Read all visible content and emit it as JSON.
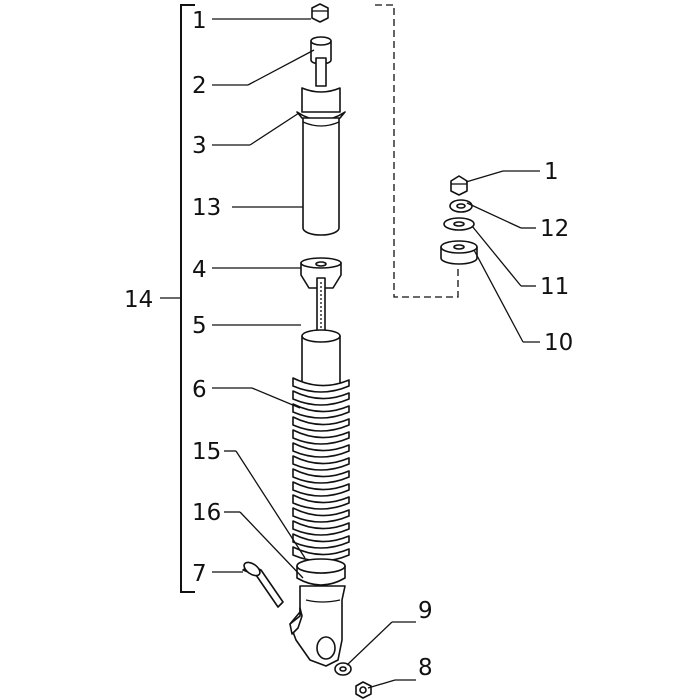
{
  "callouts": {
    "c1_top": "1",
    "c2": "2",
    "c3": "3",
    "c13": "13",
    "c4": "4",
    "c5": "5",
    "c6": "6",
    "c15": "15",
    "c16": "16",
    "c7": "7",
    "c14": "14",
    "c1_right": "1",
    "c12": "12",
    "c11": "11",
    "c10": "10",
    "c9": "9",
    "c8": "8"
  },
  "colors": {
    "ink": "#111111",
    "paper": "#ffffff"
  }
}
